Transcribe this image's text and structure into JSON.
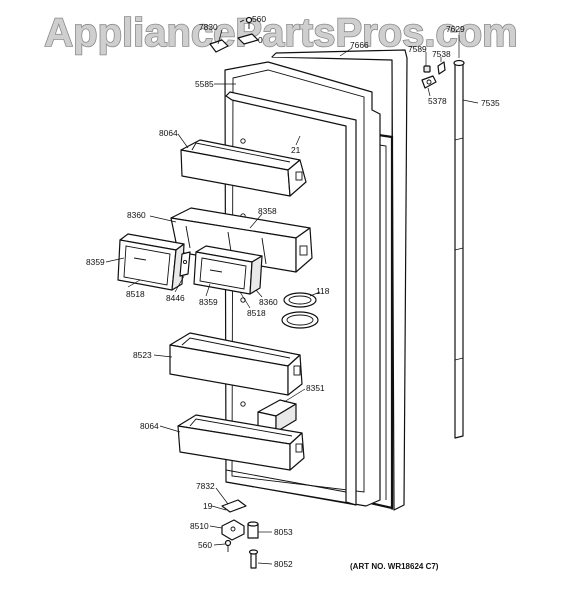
{
  "watermark": "AppliancePartsPros.com",
  "art_number": "(ART NO. WR18624 C7)",
  "labels": {
    "l560_top": "560",
    "l7830": "7830",
    "l7830_tail": "0",
    "l7666": "7666",
    "l7629": "7629",
    "l7589": "7589",
    "l7538": "7538",
    "l5378": "5378",
    "l7535": "7535",
    "l5585": "5585",
    "l8064_top": "8064",
    "l21": "21",
    "l8360_left": "8360",
    "l8358": "8358",
    "l8359_left": "8359",
    "l8518_left": "8518",
    "l8446": "8446",
    "l8359_mid": "8359",
    "l8360_right": "8360",
    "l8518_right": "8518",
    "l118": "118",
    "l8523": "8523",
    "l8351": "8351",
    "l8064_bottom": "8064",
    "l7832": "7832",
    "l19": "19",
    "l8510": "8510",
    "l8053": "8053",
    "l560_bottom": "560",
    "l8052": "8052"
  }
}
